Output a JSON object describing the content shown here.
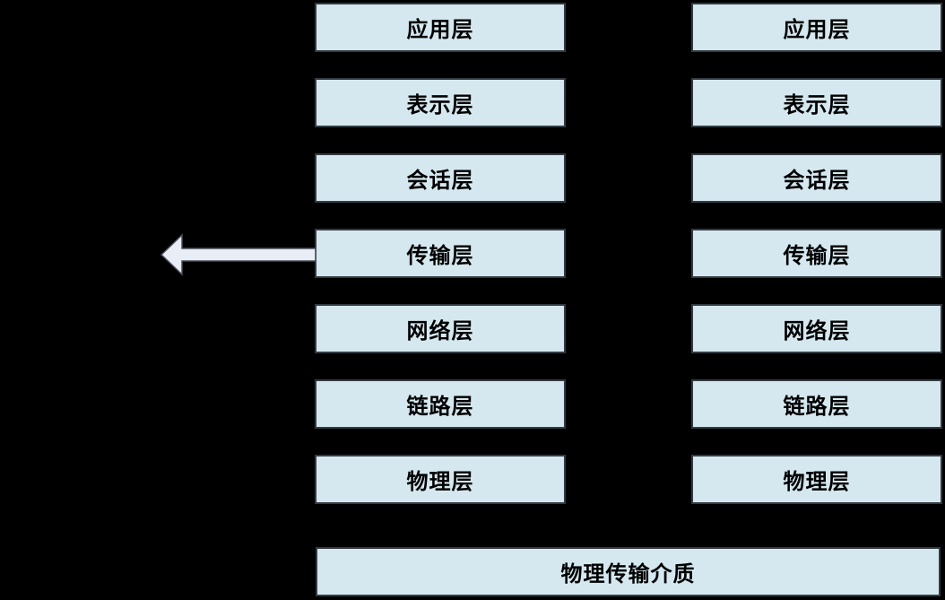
{
  "diagram": {
    "background_color": "#000000",
    "box_fill_color": "#D5E8F0",
    "box_border_color": "#333B42",
    "arrow_fill_color": "#E9EDF6",
    "arrow_border_color": "#474E58",
    "arrow_icon": "left-arrow",
    "columns": {
      "left": {
        "layers": [
          "应用层",
          "表示层",
          "会话层",
          "传输层",
          "网络层",
          "链路层",
          "物理层"
        ]
      },
      "right": {
        "layers": [
          "应用层",
          "表示层",
          "会话层",
          "传输层",
          "网络层",
          "链路层",
          "物理层"
        ]
      }
    },
    "bottom_label": "物理传输介质"
  }
}
